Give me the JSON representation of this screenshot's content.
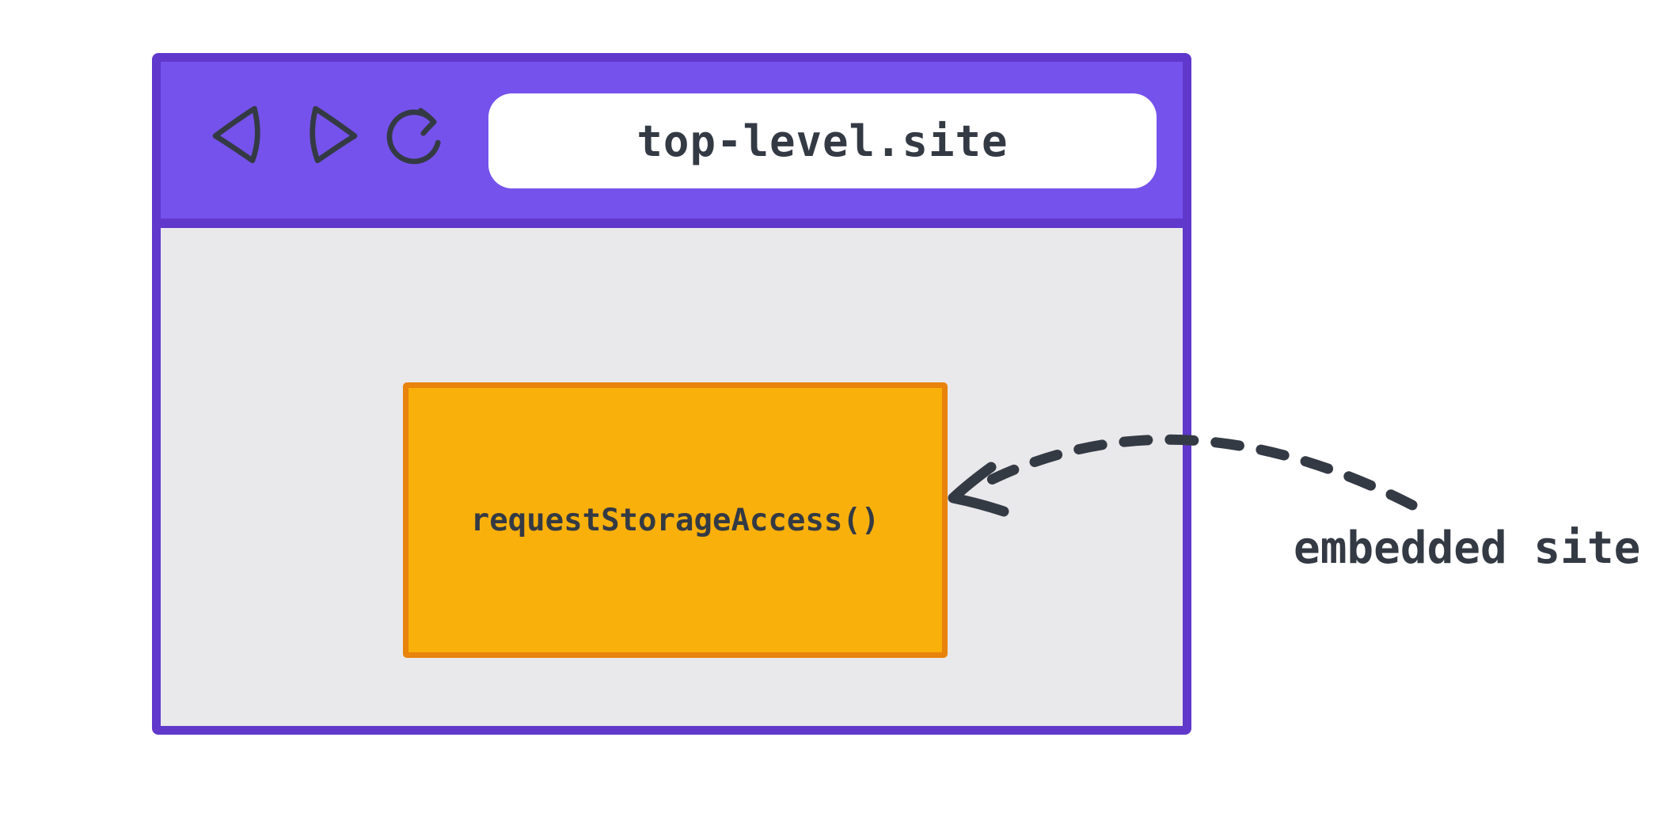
{
  "browser": {
    "address": "top-level.site",
    "nav": {
      "back": "back",
      "forward": "forward",
      "reload": "reload"
    }
  },
  "embed": {
    "label": "requestStorageAccess()"
  },
  "annotation": {
    "text": "embedded site"
  },
  "colors": {
    "purple_fill": "#7552EC",
    "purple_border": "#6038CC",
    "gray_bg": "#E9E8EA",
    "white": "#FFFFFF",
    "orange_fill": "#F9B00B",
    "orange_border": "#E8830B",
    "ink": "#343A44"
  }
}
